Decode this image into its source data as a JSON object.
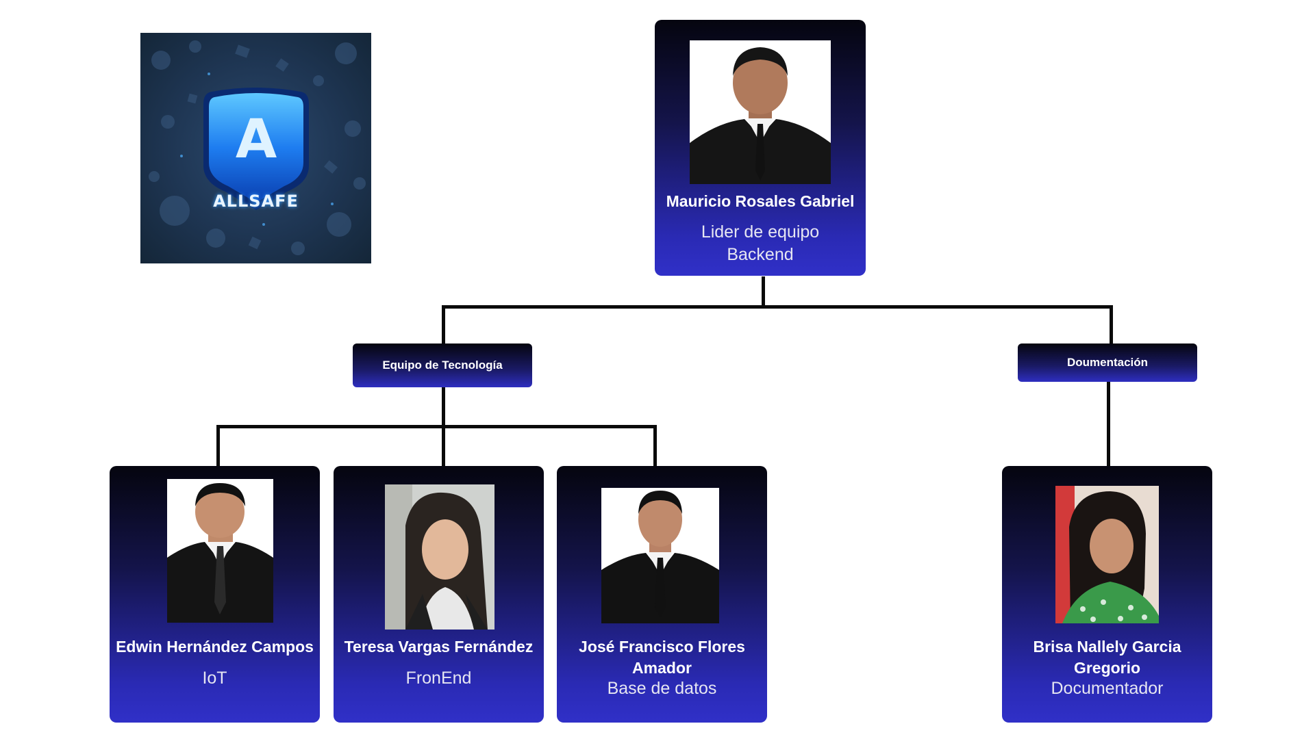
{
  "logo": {
    "letter": "A",
    "text": "ALLSAFE"
  },
  "leader": {
    "name": "Mauricio Rosales Gabriel",
    "role_line1": "Lider de equipo",
    "role_line2": "Backend"
  },
  "groups": [
    {
      "label": "Equipo de Tecnología"
    },
    {
      "label": "Doumentación"
    }
  ],
  "members": [
    {
      "name": "Edwin Hernández Campos",
      "role": "IoT"
    },
    {
      "name": "Teresa Vargas Fernández",
      "role": "FronEnd"
    },
    {
      "name_line1": "José Francisco Flores",
      "name_line2": "Amador",
      "role": "Base de datos"
    },
    {
      "name_line1": "Brisa Nallely Garcia",
      "name_line2": "Gregorio",
      "role": "Documentador"
    }
  ],
  "colors": {
    "card_top": "#05050f",
    "card_bottom": "#3030c8",
    "connector": "#0a0a0a"
  }
}
